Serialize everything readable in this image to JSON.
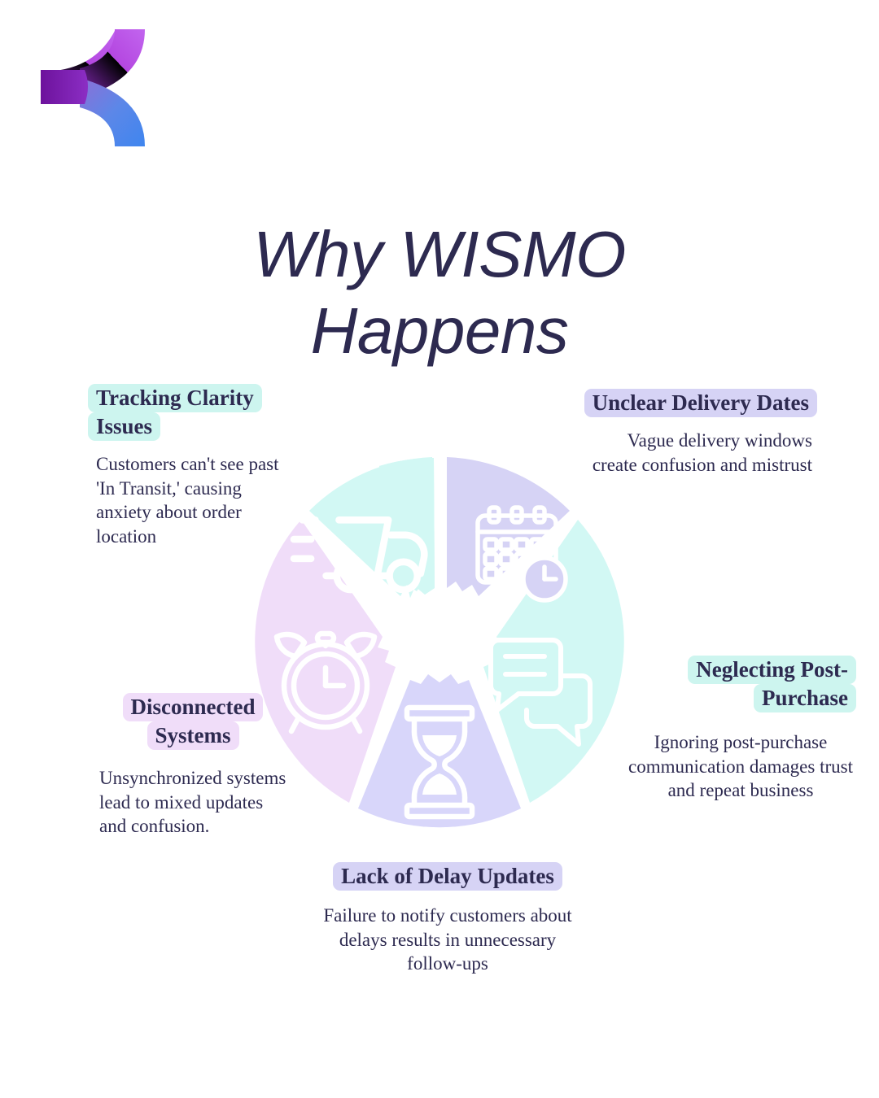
{
  "title": "Why WISMO Happens",
  "logo": {
    "name": "brand-logo",
    "colors": {
      "top_arc": "#b44ce0",
      "bottom_arc": "#4a86e8",
      "wedge": "#7a1fa2"
    }
  },
  "theme": {
    "text": "#2d2a50",
    "background": "#ffffff",
    "mint": "#cdf5ef",
    "lavender": "#d6d3f5",
    "pink": "#f0ddf9",
    "periwinkle": "#d8d6fa",
    "aqua": "#d2f8f4"
  },
  "chart_data": {
    "type": "pie",
    "title": "Why WISMO Happens",
    "legend": "labels placed around the wheel",
    "center_hole": true,
    "categories": [
      "Tracking Clarity Issues",
      "Unclear Delivery Dates",
      "Neglecting Post-Purchase",
      "Lack of Delay Updates",
      "Disconnected Systems"
    ],
    "values": [
      20,
      20,
      20,
      20,
      20
    ],
    "colors": [
      "#d2f8f4",
      "#d6d3f5",
      "#d2f8f4",
      "#d8d6fa",
      "#f0ddf9"
    ],
    "icons": [
      "delivery-truck-icon",
      "calendar-clock-icon",
      "chat-bubbles-icon",
      "hourglass-icon",
      "alarm-clock-icon"
    ]
  },
  "callouts": [
    {
      "key": "tracking",
      "heading": "Tracking Clarity Issues",
      "heading_lines": [
        "Tracking Clarity",
        "Issues"
      ],
      "body": "Customers can't see past 'In Transit,' causing anxiety about order location",
      "highlight": "#cdf5ef",
      "icon": "delivery-truck-icon"
    },
    {
      "key": "unclear",
      "heading": "Unclear Delivery Dates",
      "heading_lines": [
        "Unclear Delivery",
        "Dates"
      ],
      "body": "Vague delivery windows create confusion and mistrust",
      "highlight": "#d6d3f5",
      "icon": "calendar-clock-icon"
    },
    {
      "key": "neglect",
      "heading": "Neglecting Post-Purchase",
      "heading_lines": [
        "Neglecting",
        "Post-Purchase"
      ],
      "body": "Ignoring post-purchase communication damages trust and repeat business",
      "highlight": "#cdf5ef",
      "icon": "chat-bubbles-icon"
    },
    {
      "key": "delay",
      "heading": "Lack of Delay Updates",
      "heading_lines": [
        "Lack of Delay Updates"
      ],
      "body": "Failure to notify customers about delays results in unnecessary follow-ups",
      "highlight": "#d6d3f5",
      "icon": "hourglass-icon"
    },
    {
      "key": "disconnected",
      "heading": "Disconnected Systems",
      "heading_lines": [
        "Disconnected",
        "Systems"
      ],
      "body": "Unsynchronized systems lead to mixed updates and confusion.",
      "highlight": "#f0ddf9",
      "icon": "alarm-clock-icon"
    }
  ]
}
